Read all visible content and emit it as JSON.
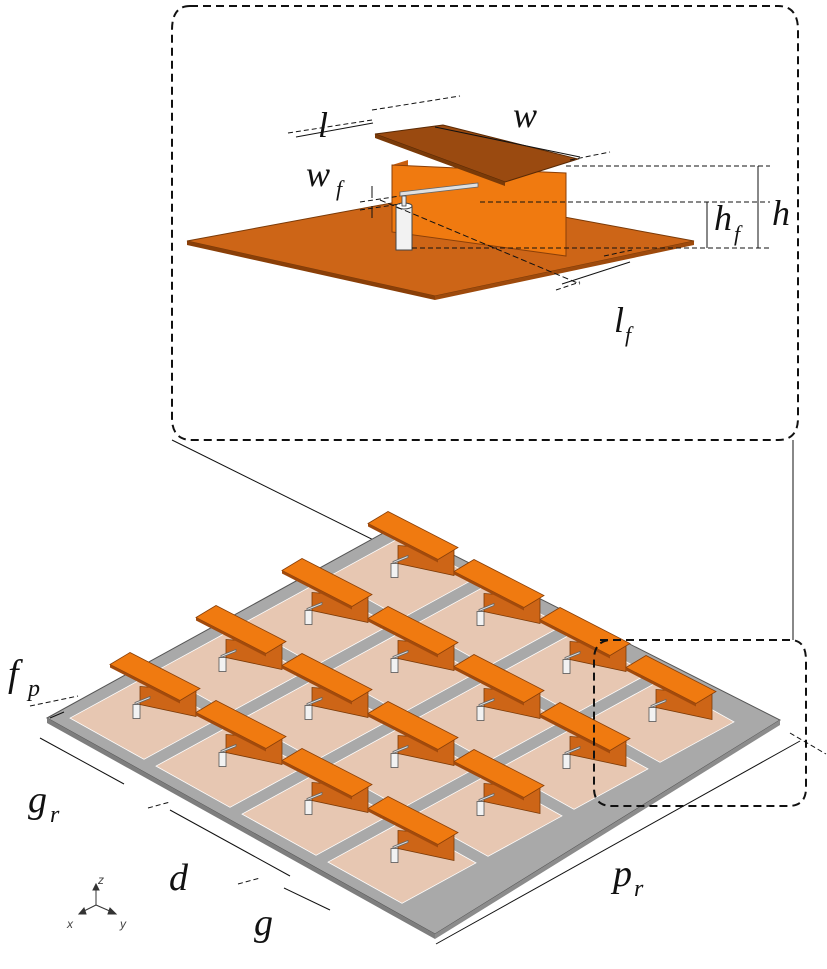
{
  "colors": {
    "copper_light": "#f07a10",
    "copper_mid": "#cd6517",
    "copper_dark": "#a24a0c",
    "frame_gray": "#a9a9a9",
    "cell_pink": "#e7c7b2",
    "feed_white": "#f2f2f2",
    "line": "#111111"
  },
  "detail_labels": {
    "l": "l",
    "w": "w",
    "wf_base": "w",
    "wf_sub": "f",
    "h": "h",
    "hf_base": "h",
    "hf_sub": "f",
    "lf_base": "l",
    "lf_sub": "f"
  },
  "array_labels": {
    "fp_base": "f",
    "fp_sub": "p",
    "gr_base": "g",
    "gr_sub": "r",
    "d": "d",
    "g": "g",
    "pr_base": "p",
    "pr_sub": "r"
  },
  "axes": {
    "x": "x",
    "y": "y",
    "z": "z"
  },
  "array": {
    "rows": 4,
    "cols": 4
  }
}
